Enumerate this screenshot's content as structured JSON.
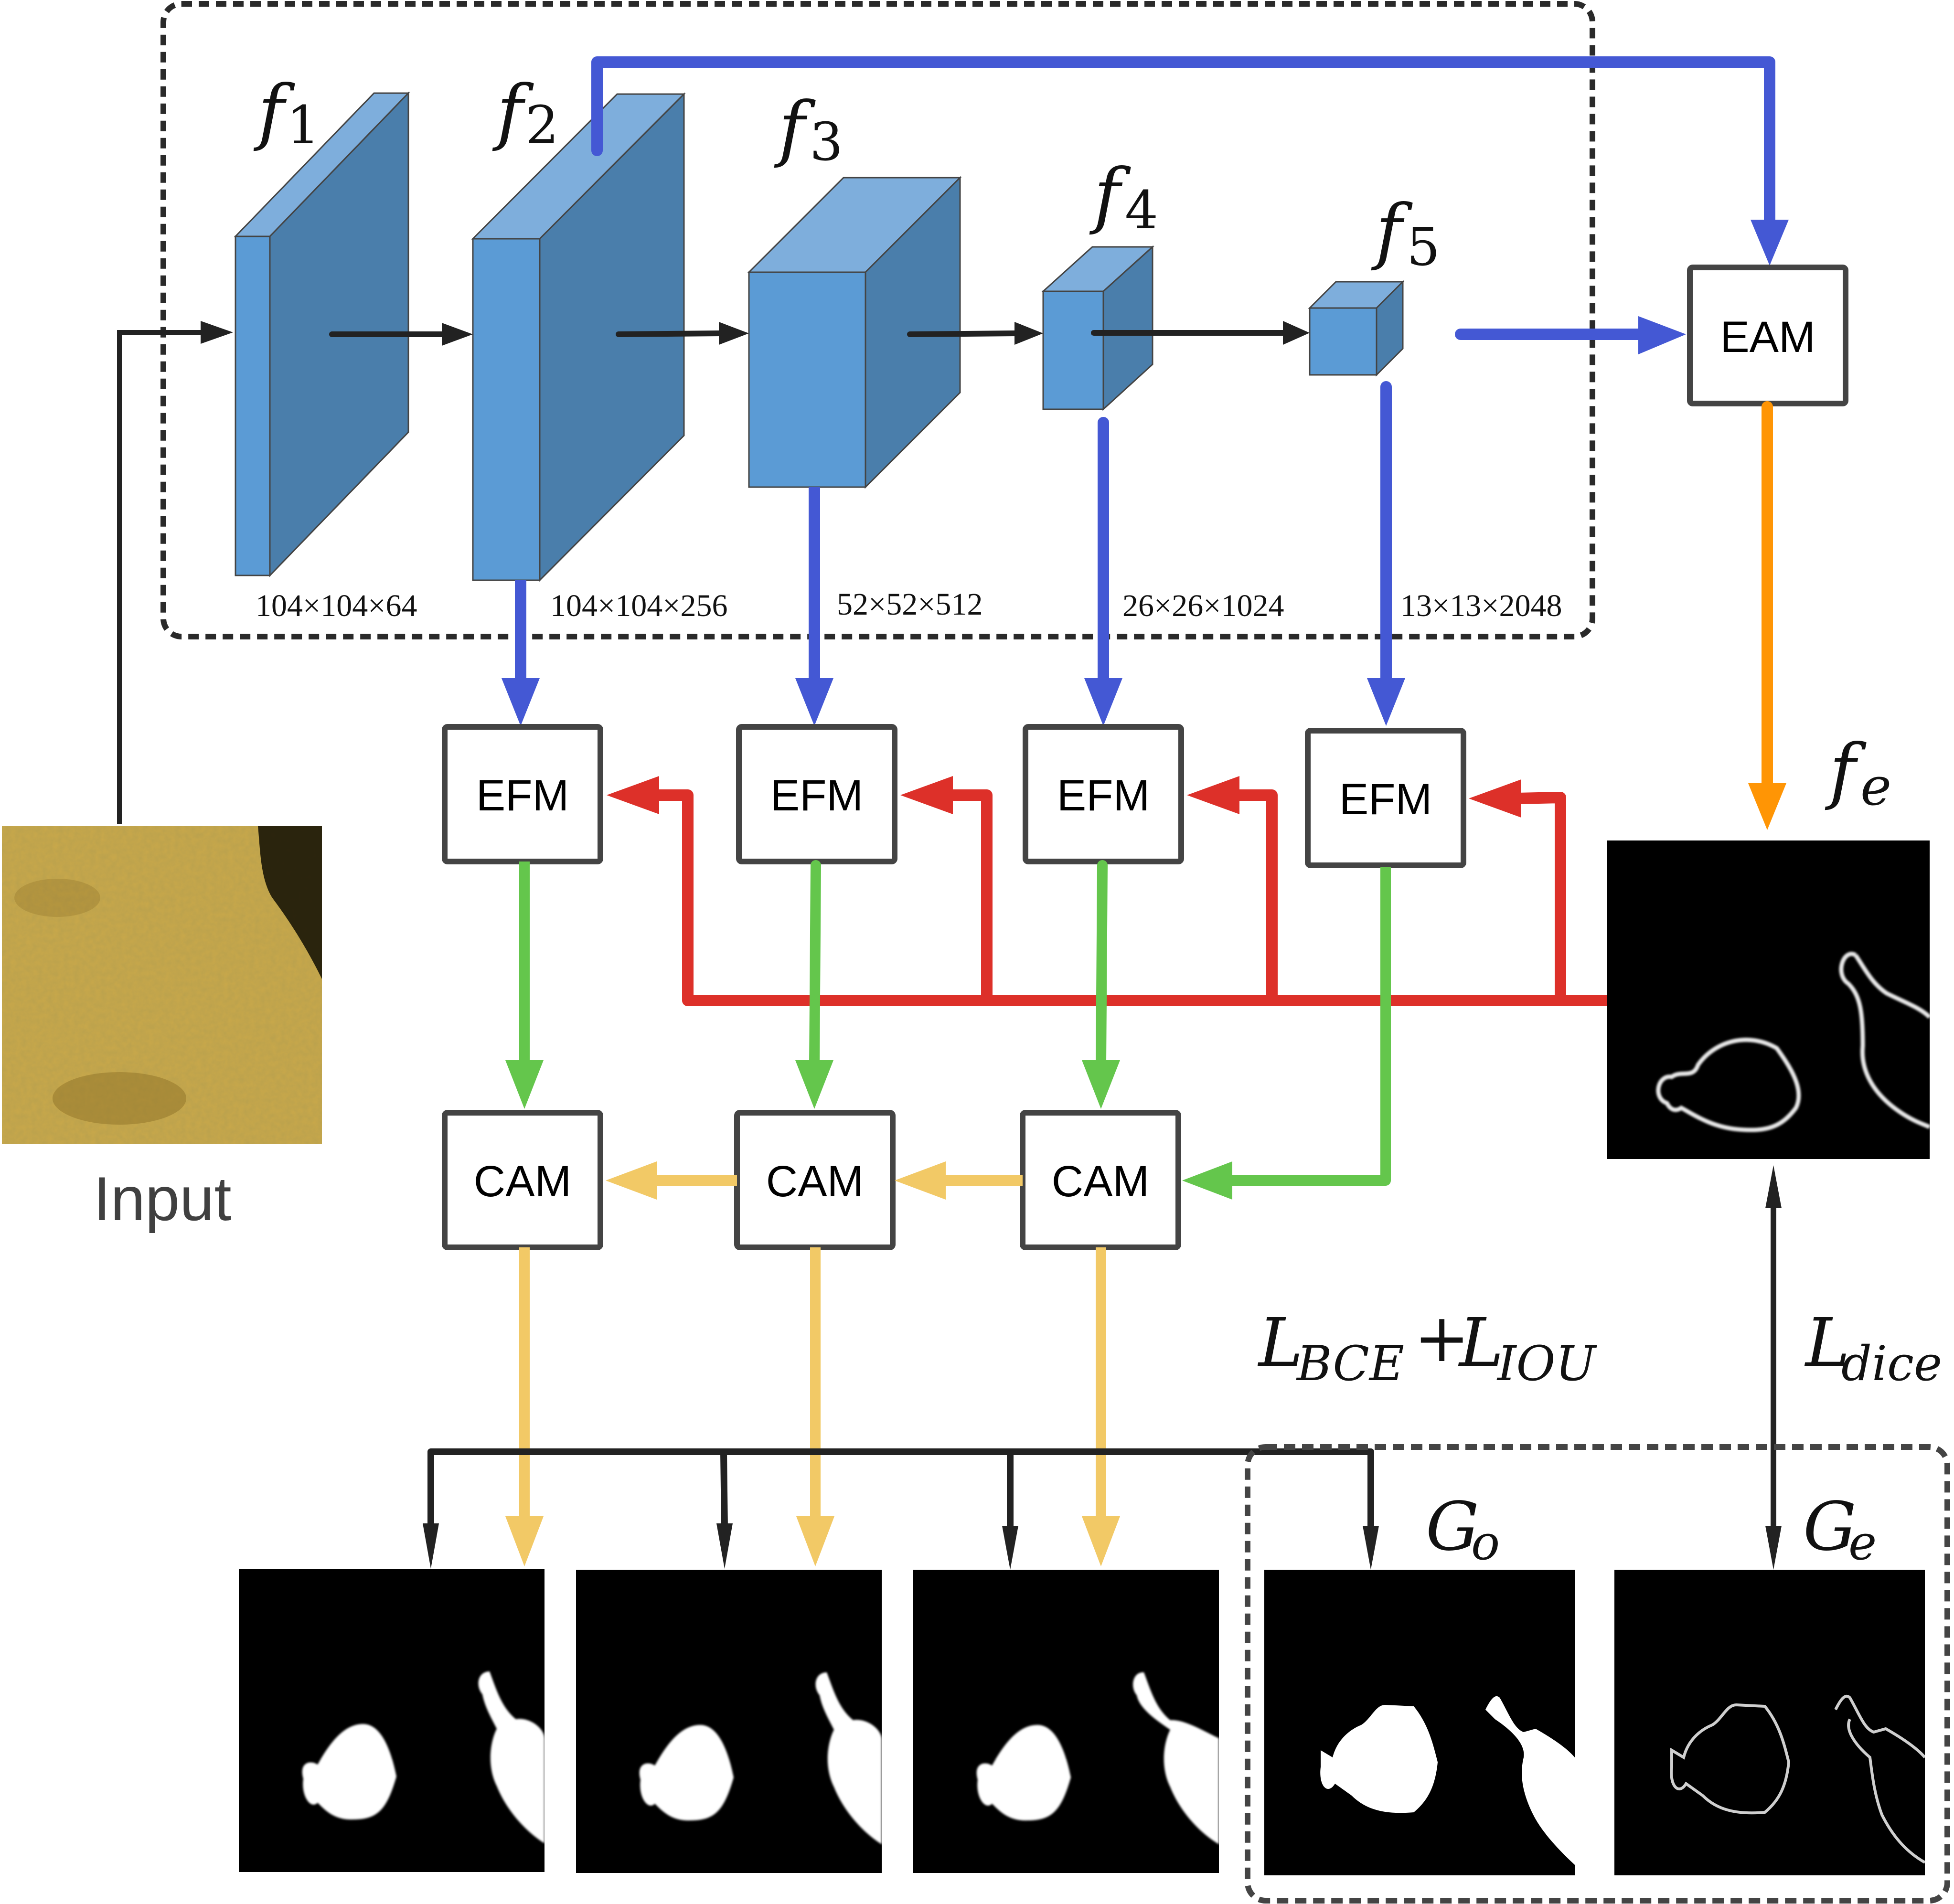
{
  "colors": {
    "encoder_front": "#5b9bd5",
    "encoder_top": "#7eaedc",
    "encoder_side": "#4a7eab",
    "blue_arrow": "#4458d4",
    "red_arrow": "#dd3029",
    "green_arrow": "#64c64c",
    "yellow_arrow": "#f2c966",
    "orange_arrow": "#ff9505",
    "black_arrow": "#222222",
    "module_border": "#444444",
    "dashed_border": "#3a3a3a"
  },
  "input": {
    "label": "Input"
  },
  "features": [
    {
      "name": "f",
      "sub": "1",
      "dims": "104×104×64"
    },
    {
      "name": "f",
      "sub": "2",
      "dims": "104×104×256"
    },
    {
      "name": "f",
      "sub": "3",
      "dims": "52×52×512"
    },
    {
      "name": "f",
      "sub": "4",
      "dims": "26×26×1024"
    },
    {
      "name": "f",
      "sub": "5",
      "dims": "13×13×2048"
    }
  ],
  "modules": {
    "eam": "EAM",
    "efm": [
      "EFM",
      "EFM",
      "EFM",
      "EFM"
    ],
    "cam": [
      "CAM",
      "CAM",
      "CAM"
    ]
  },
  "edge_feature": {
    "name": "f",
    "sub": "e"
  },
  "losses": {
    "bce_iou": {
      "l1": "L",
      "s1": "BCE",
      "plus": "+",
      "l2": "L",
      "s2": "IOU"
    },
    "dice": {
      "l": "L",
      "s": "dice"
    }
  },
  "ground_truth": {
    "object": {
      "name": "G",
      "sub": "o"
    },
    "edge": {
      "name": "G",
      "sub": "e"
    }
  },
  "predictions": [
    "prediction-1",
    "prediction-2",
    "prediction-3"
  ]
}
